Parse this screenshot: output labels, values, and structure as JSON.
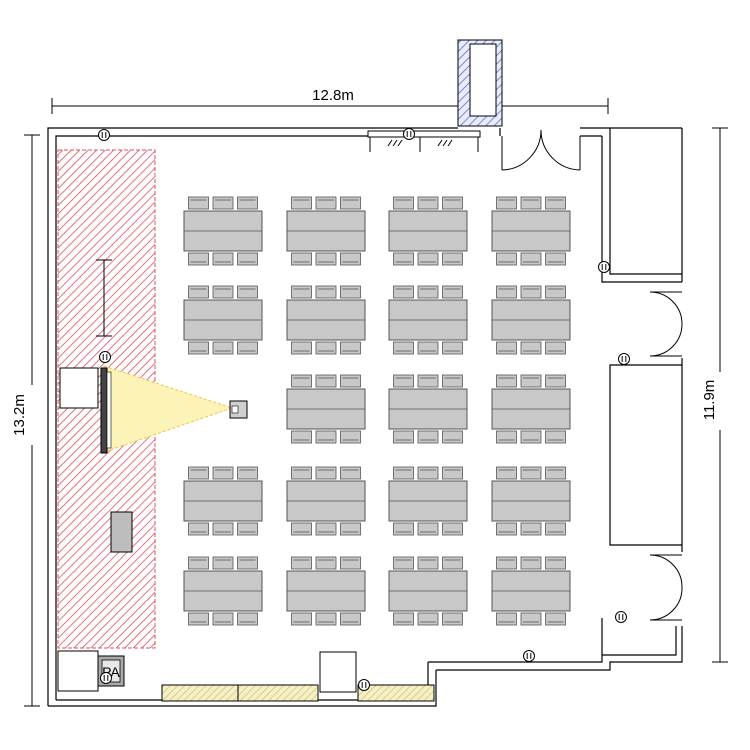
{
  "dimensions": {
    "top_width": "12.8m",
    "left_height": "13.2m",
    "right_height": "11.9m"
  },
  "seating": {
    "table_rows": 5,
    "table_columns": 4,
    "first_table_column_empty_row": 3,
    "chairs_per_side": 3
  },
  "equipment": {
    "pa_label": "PA"
  },
  "colors": {
    "wall": "#000000",
    "table_fill": "#c8c8c8",
    "table_stroke": "#555555",
    "stage_hatch": "#e05060",
    "storage_hatch": "#c8b860",
    "storage_fill": "#f6f0c8",
    "projector_beam": "#f2e27a",
    "column_hatch": "#5060b0"
  }
}
